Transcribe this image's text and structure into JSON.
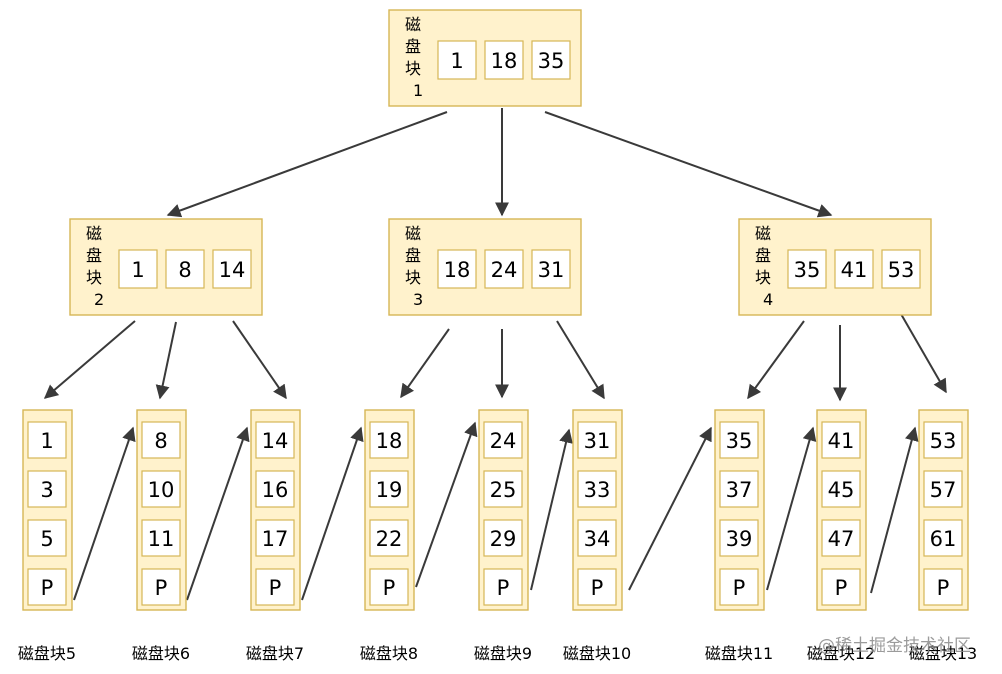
{
  "root": {
    "label_chars": [
      "磁",
      "盘",
      "块",
      "1"
    ],
    "keys": [
      "1",
      "18",
      "35"
    ]
  },
  "internal_nodes": [
    {
      "label_chars": [
        "磁",
        "盘",
        "块",
        "2"
      ],
      "keys": [
        "1",
        "8",
        "14"
      ]
    },
    {
      "label_chars": [
        "磁",
        "盘",
        "块",
        "3"
      ],
      "keys": [
        "18",
        "24",
        "31"
      ]
    },
    {
      "label_chars": [
        "磁",
        "盘",
        "块",
        "4"
      ],
      "keys": [
        "35",
        "41",
        "53"
      ]
    }
  ],
  "leaves": [
    {
      "caption": "磁盘块5",
      "keys": [
        "1",
        "3",
        "5",
        "P"
      ]
    },
    {
      "caption": "磁盘块6",
      "keys": [
        "8",
        "10",
        "11",
        "P"
      ]
    },
    {
      "caption": "磁盘块7",
      "keys": [
        "14",
        "16",
        "17",
        "P"
      ]
    },
    {
      "caption": "磁盘块8",
      "keys": [
        "18",
        "19",
        "22",
        "P"
      ]
    },
    {
      "caption": "磁盘块9",
      "keys": [
        "24",
        "25",
        "29",
        "P"
      ]
    },
    {
      "caption": "磁盘块10",
      "keys": [
        "31",
        "33",
        "34",
        "P"
      ]
    },
    {
      "caption": "磁盘块11",
      "keys": [
        "35",
        "37",
        "39",
        "P"
      ]
    },
    {
      "caption": "磁盘块12",
      "keys": [
        "41",
        "45",
        "47",
        "P"
      ]
    },
    {
      "caption": "磁盘块13",
      "keys": [
        "53",
        "57",
        "61",
        "P"
      ]
    }
  ],
  "watermark": "@稀土掘金技术社区",
  "colors": {
    "node_fill": "#fff2cc",
    "node_border": "#d6b656",
    "arrow": "#3a3a3a"
  }
}
